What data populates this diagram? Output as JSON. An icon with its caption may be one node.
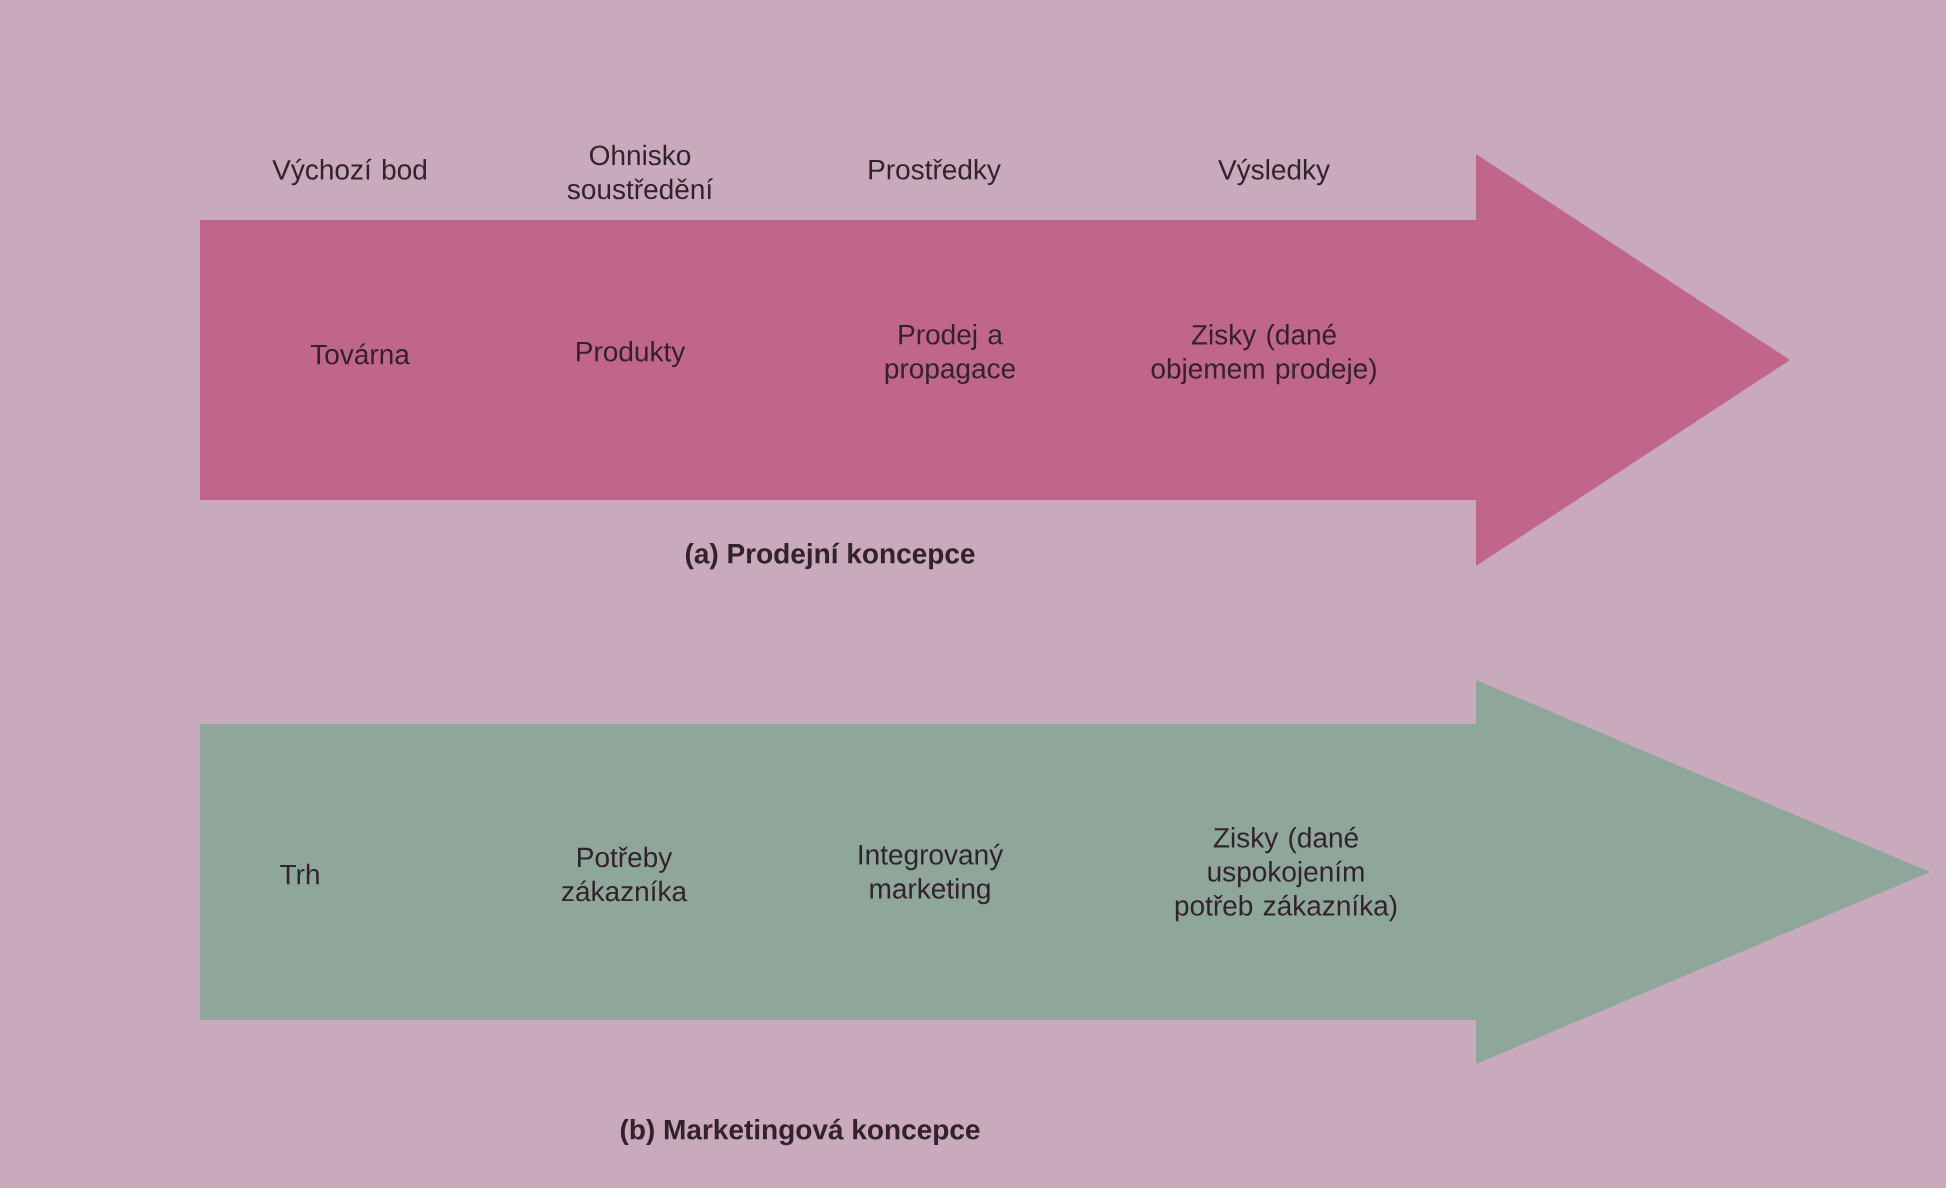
{
  "diagram": {
    "nodes": [
      {
        "text": [
          "Továrna",
          "Produkty",
          "Prodej a propagace",
          "Zisky (dané objemem prodeje)"
        ]
      },
      {
        "text": [
          "Trh",
          "Potřeby zákazníka",
          "Integrovaný marketing",
          "Zisky (dané uspokojením potřeb zákazníka)"
        ]
      }
    ],
    "labels": [
      "Výchozí bod",
      "Ohnisko soustředění",
      "Prostředky",
      "Výsledky",
      "(a) Prodejní koncepce",
      "(b) Marketingová koncepce"
    ]
  }
}
